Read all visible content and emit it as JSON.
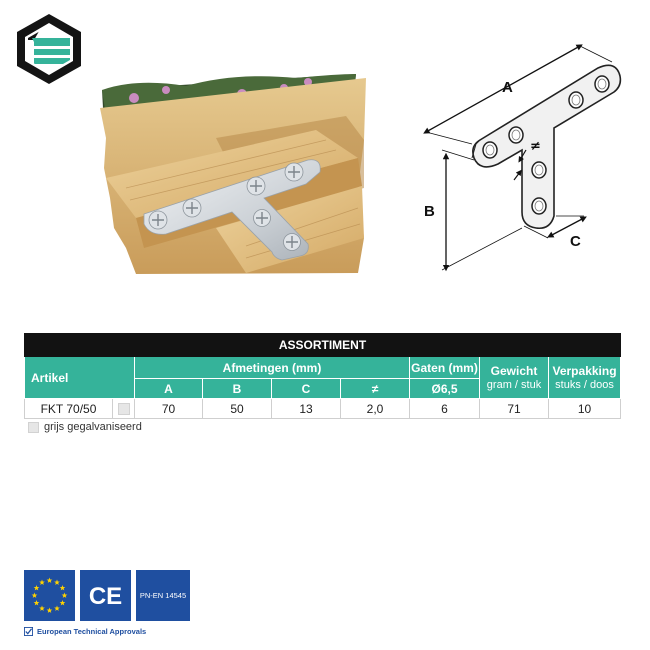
{
  "colors": {
    "accent": "#35b39a",
    "header_dark": "#121212",
    "cert_blue": "#1f4fa0"
  },
  "logo": {
    "icon": "hexagon-stripes-logo-icon"
  },
  "photo": {
    "description_icon": "t-plate-on-wood-photo"
  },
  "drawing": {
    "labels": {
      "a": "A",
      "b": "B",
      "c": "C",
      "thickness": "≠"
    }
  },
  "table": {
    "title": "ASSORTIMENT",
    "headers": {
      "artikel": "Artikel",
      "afmetingen": "Afmetingen (mm)",
      "gaten": "Gaten (mm)",
      "gewicht": "Gewicht",
      "gewicht_unit": "gram / stuk",
      "verpakking": "Verpakking",
      "verpakking_unit": "stuks / doos",
      "a": "A",
      "b": "B",
      "c": "C",
      "thickness": "≠",
      "diameter": "Ø6,5"
    },
    "rows": [
      {
        "artikel": "FKT 70/50",
        "a": "70",
        "b": "50",
        "c": "13",
        "thickness": "2,0",
        "gaten": "6",
        "gewicht": "71",
        "verpakking": "10"
      }
    ]
  },
  "legend": {
    "label": "grijs gegalvaniseerd"
  },
  "certifications": {
    "ce": "CE",
    "pn": "PN-EN 14545",
    "eta": "European Technical Approvals"
  }
}
